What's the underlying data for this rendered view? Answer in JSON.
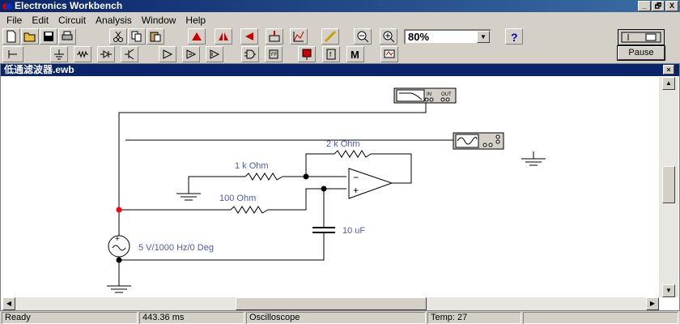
{
  "app": {
    "title": "Electronics Workbench"
  },
  "window_buttons": [
    "_",
    "🗗",
    "X"
  ],
  "menu": [
    "File",
    "Edit",
    "Circuit",
    "Analysis",
    "Window",
    "Help"
  ],
  "zoom": {
    "value": "80%"
  },
  "pause_label": "Pause",
  "document": {
    "title": "低通滤波器.ewb",
    "close": "×"
  },
  "circuit": {
    "r1_label": "2 k Ohm",
    "r2_label": "1 k Ohm",
    "r3_label": "100  Ohm",
    "cap_label": "10 uF",
    "source_label": "5 V/1000 Hz/0 Deg",
    "plotter_labels": [
      "IN",
      "OUT"
    ],
    "opamp_minus": "−",
    "opamp_plus": "+",
    "source_plus": "+"
  },
  "status": {
    "state": "Ready",
    "time": "443.36 ms",
    "instrument": "Oscilloscope",
    "temp": "Temp:  27"
  },
  "colors": {
    "titlebar": "#0a246a",
    "wire": "#000000",
    "label": "#4a5bb7",
    "node_red": "#ff0000"
  }
}
